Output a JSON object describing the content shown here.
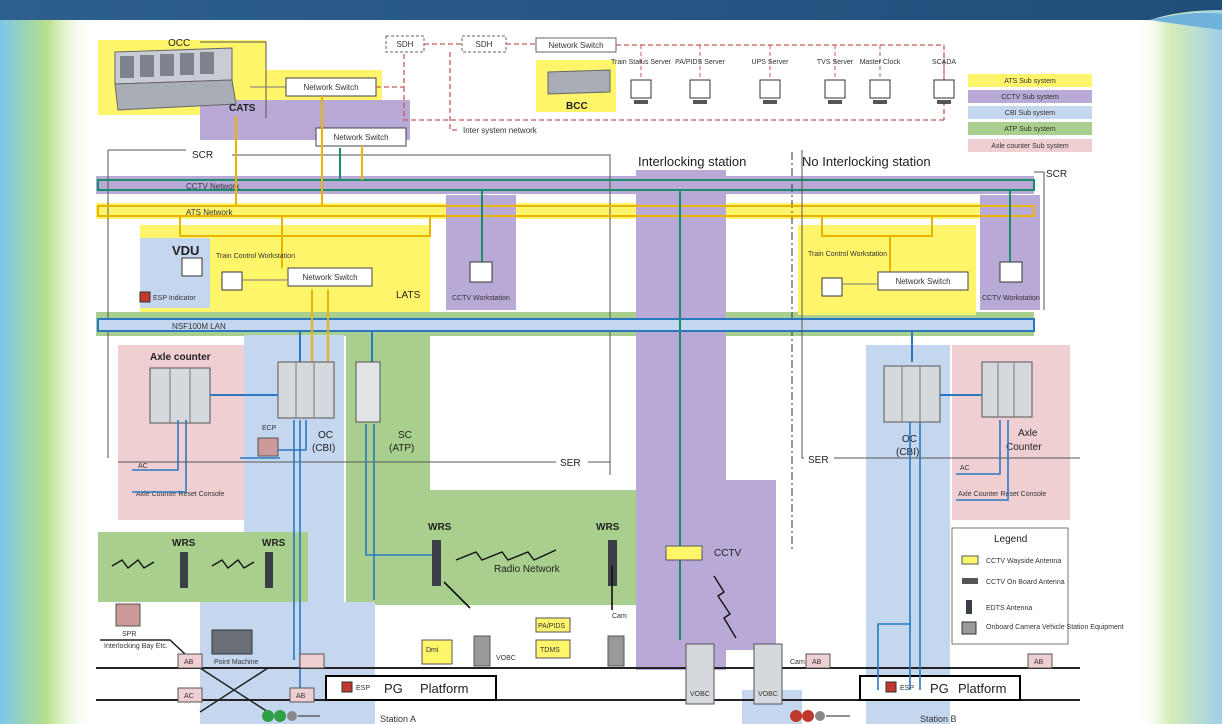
{
  "occ": {
    "title": "OCC",
    "cats": "CATS",
    "scr": "SCR",
    "network_switch": "Network Switch",
    "network_switch_2": "Network Switch"
  },
  "top": {
    "sdh1": "SDH",
    "sdh2": "SDH",
    "network_switch": "Network Switch",
    "bcc": "BCC",
    "intersystem": "Inter system network",
    "servers": [
      "Train Status Server",
      "PA/PIDS Server",
      "UPS Server",
      "TVS Server",
      "Master Clock",
      "SCADA"
    ]
  },
  "subsystems": [
    {
      "label": "ATS Sub system",
      "color": "#fff56b"
    },
    {
      "label": "CCTV Sub system",
      "color": "#b8a9d6"
    },
    {
      "label": "CBI Sub system",
      "color": "#c5d7ee"
    },
    {
      "label": "ATP Sub system",
      "color": "#a9cf8e"
    },
    {
      "label": "Axle counter Sub system",
      "color": "#efcfd2"
    }
  ],
  "headers": {
    "interlocking": "Interlocking station",
    "no_interlocking": "No Interlocking station",
    "scr_right": "SCR"
  },
  "networks": {
    "cctv": "CCTV Network",
    "ats": "ATS Network",
    "lan": "NSF100M LAN"
  },
  "left": {
    "vdu": "VDU",
    "tcw": "Train Control Workstation",
    "ns": "Network Switch",
    "lats": "LATS",
    "cctv_ws": "CCTV Workstation",
    "esp_indicator": "ESP Indicator",
    "axle": "Axle counter",
    "oc": "OC",
    "cbi": "(CBI)",
    "sc": "SC",
    "atp": "(ATP)",
    "ser": "SER",
    "ac": "AC",
    "reset": "Axle Counter Reset Console",
    "ecp": "ECP",
    "wrs": "WRS",
    "wrs2": "WRS",
    "wrs3": "WRS",
    "wrs4": "WRS",
    "radio": "Radio Network",
    "spr": "SPR",
    "sub": "Interlocking Bay Etc.",
    "pm": "Point Machine",
    "dmi": "Dmi",
    "vobc": "VOBC",
    "tdms": "TDMS",
    "papids": "PA/PIDS",
    "cam": "Cam",
    "ab": "AB",
    "ac2": "AC",
    "ab2": "AB",
    "esp": "ESP",
    "pg": "PG",
    "platform": "Platform",
    "station": "Station A"
  },
  "cctv": {
    "label": "CCTV",
    "vobc1": "VOBC",
    "vobc2": "VOBC",
    "cam": "Cam"
  },
  "right": {
    "tcw": "Train Control Workstation",
    "ns": "Network Switch",
    "cctv_ws": "CCTV Workstation",
    "ser": "SER",
    "oc": "OC",
    "cbi": "(CBI)",
    "axle": "Axle",
    "counter": "Counter",
    "ac": "AC",
    "reset": "Axle Counter Reset Console",
    "ab": "AB",
    "ab2": "AB",
    "esp": "ESP",
    "pg": "PG",
    "platform": "Platform",
    "station": "Station B"
  },
  "legend": {
    "title": "Legend",
    "items": [
      "CCTV Wayside Antenna",
      "CCTV On Board Antenna",
      "EDTS Antenna",
      "Onboard Camera Vehicle Station Equipment"
    ]
  }
}
